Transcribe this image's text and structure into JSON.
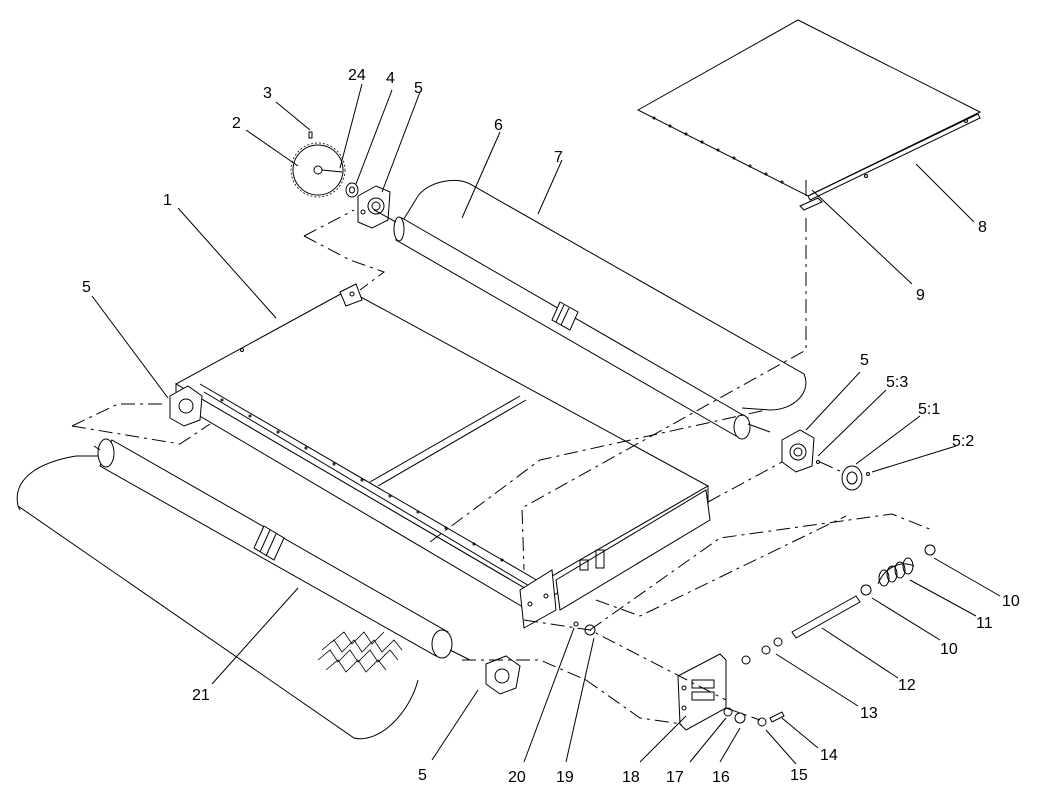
{
  "diagram": {
    "part_labels": [
      {
        "key": "p1",
        "text": "1"
      },
      {
        "key": "p2",
        "text": "2"
      },
      {
        "key": "p3",
        "text": "3"
      },
      {
        "key": "p24",
        "text": "24"
      },
      {
        "key": "p4",
        "text": "4"
      },
      {
        "key": "p5a",
        "text": "5"
      },
      {
        "key": "p6",
        "text": "6"
      },
      {
        "key": "p7",
        "text": "7"
      },
      {
        "key": "p8",
        "text": "8"
      },
      {
        "key": "p9",
        "text": "9"
      },
      {
        "key": "p5b",
        "text": "5"
      },
      {
        "key": "p5c",
        "text": "5"
      },
      {
        "key": "p53",
        "text": "5:3"
      },
      {
        "key": "p51",
        "text": "5:1"
      },
      {
        "key": "p52",
        "text": "5:2"
      },
      {
        "key": "p10a",
        "text": "10"
      },
      {
        "key": "p11",
        "text": "11"
      },
      {
        "key": "p10b",
        "text": "10"
      },
      {
        "key": "p12",
        "text": "12"
      },
      {
        "key": "p13",
        "text": "13"
      },
      {
        "key": "p14",
        "text": "14"
      },
      {
        "key": "p15",
        "text": "15"
      },
      {
        "key": "p16",
        "text": "16"
      },
      {
        "key": "p17",
        "text": "17"
      },
      {
        "key": "p18",
        "text": "18"
      },
      {
        "key": "p19",
        "text": "19"
      },
      {
        "key": "p20",
        "text": "20"
      },
      {
        "key": "p5d",
        "text": "5"
      },
      {
        "key": "p21",
        "text": "21"
      }
    ]
  }
}
